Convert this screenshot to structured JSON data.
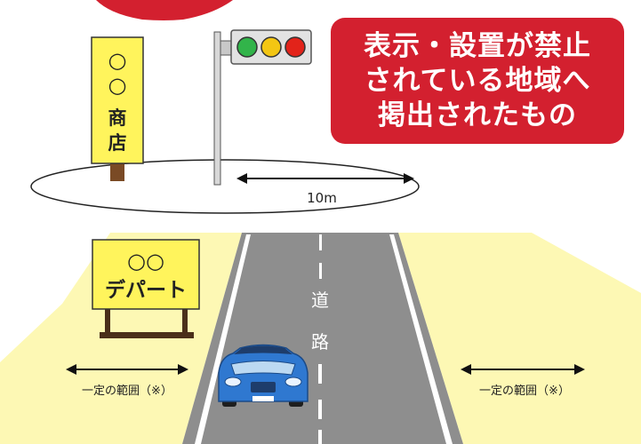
{
  "notice": {
    "lines": [
      "表示・設置が禁止",
      "されている地域へ",
      "掲出されたもの"
    ]
  },
  "shop_sign": {
    "circles": "○\n○",
    "text": "商\n店"
  },
  "traffic_light": {
    "lamps": [
      "green",
      "yellow",
      "red"
    ]
  },
  "distance": {
    "label": "10m"
  },
  "dept_sign": {
    "circles": "○○",
    "text": "デパート"
  },
  "road": {
    "label_1": "道",
    "label_2": "路"
  },
  "range": {
    "left_label": "一定の範囲（※）",
    "right_label": "一定の範囲（※）"
  },
  "colors": {
    "notice_red": "#d3202f",
    "sign_yellow": "#fff45c",
    "zone_yellow": "#fdf8b4",
    "asphalt": "#8e8e8e",
    "car_blue": "#2f78d0"
  }
}
